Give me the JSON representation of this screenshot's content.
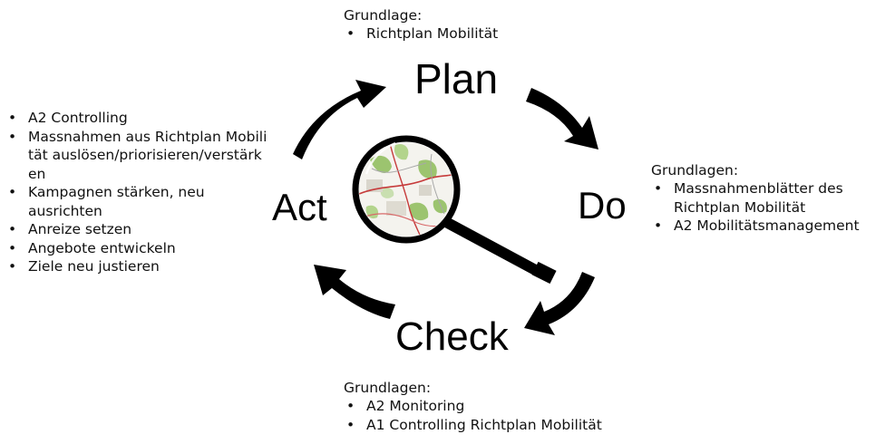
{
  "phases": {
    "plan": "Plan",
    "do": "Do",
    "check": "Check",
    "act": "Act"
  },
  "plan_notes": {
    "heading": "Grundlage:",
    "items": [
      "Richtplan Mobilität"
    ]
  },
  "do_notes": {
    "heading": "Grundlagen:",
    "items": [
      "Massnahmenblätter des Richtplan Mobilität",
      "A2 Mobilitätsmanagement"
    ]
  },
  "check_notes": {
    "heading": "Grundlagen:",
    "items": [
      "A2 Monitoring",
      "A1 Controlling Richtplan Mobilität"
    ]
  },
  "act_notes": {
    "items": [
      "A2 Controlling",
      "Massnahmen aus Richtplan Mobilität auslösen/priorisieren/verstärken",
      "Kampagnen stärken, neu ausrichten",
      "Anreize setzen",
      "Angebote entwickeln",
      "Ziele neu justieren"
    ]
  },
  "icons": {
    "arrow": "curved-arrow-icon",
    "lens": "magnifying-glass-icon",
    "map": "map-icon"
  },
  "colors": {
    "arrow": "#000000",
    "map_green": "#9cc46f",
    "map_road": "#c63b3b"
  }
}
